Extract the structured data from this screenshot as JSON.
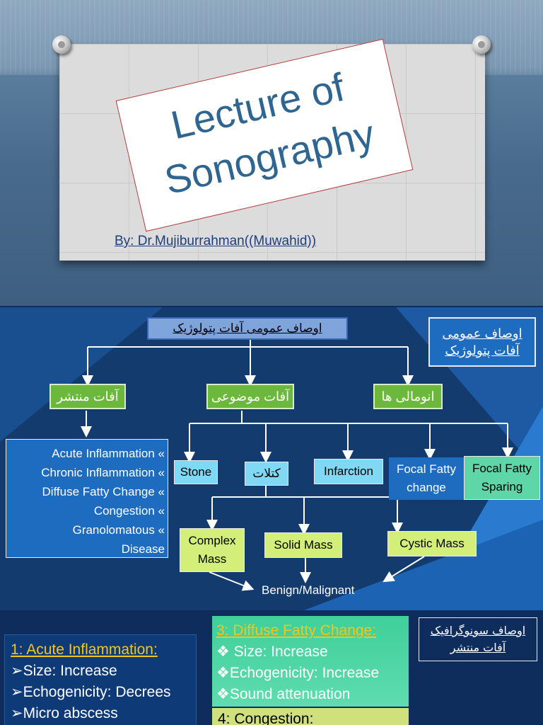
{
  "slide1": {
    "title_line1": "Lecture of",
    "title_line2": "Sonography",
    "byline": "By: Dr.Mujiburrahman((Muwahid))"
  },
  "slide2": {
    "top_title": "اوصاف عمومی آفات پتولوژیک",
    "corner_line1": "اوصاف عمومی",
    "corner_line2": "آفات پتولوژیک",
    "cat_diffuse": "آفات منتشر",
    "cat_focal": "آفات موضوعی",
    "cat_anomaly": "انومالی ها",
    "diffuse_list": [
      "Acute Inflammation «",
      "Chronic Inflammation «",
      "Diffuse Fatty Change «",
      "Congestion «",
      "Granolomatous  «",
      "Disease"
    ],
    "stone": "Stone",
    "kotal": "کتلات",
    "infarction": "Infarction",
    "ffc_line1": "Focal Fatty",
    "ffc_line2": "change",
    "ffs_line1": "Focal Fatty",
    "ffs_line2": "Sparing",
    "complex_line1": "Complex",
    "complex_line2": "Mass",
    "solid": "Solid Mass",
    "cystic": "Cystic Mass",
    "benign": "Benign/Malignant"
  },
  "slide3": {
    "left_heading": "1: Acute Inflammation:",
    "left_items": [
      "➢Size: Increase",
      "➢Echogenicity: Decrees",
      "➢Micro abscess"
    ],
    "mid_heading": "3: Diffuse Fatty Change:",
    "mid_items": [
      "❖ Size: Increase",
      "❖Echogenicity: Increase",
      "❖Sound attenuation"
    ],
    "congestion": "4: Congestion:",
    "right_line1": "اوصاف سونوگرافیک",
    "right_line2": "آفات منتشر"
  }
}
